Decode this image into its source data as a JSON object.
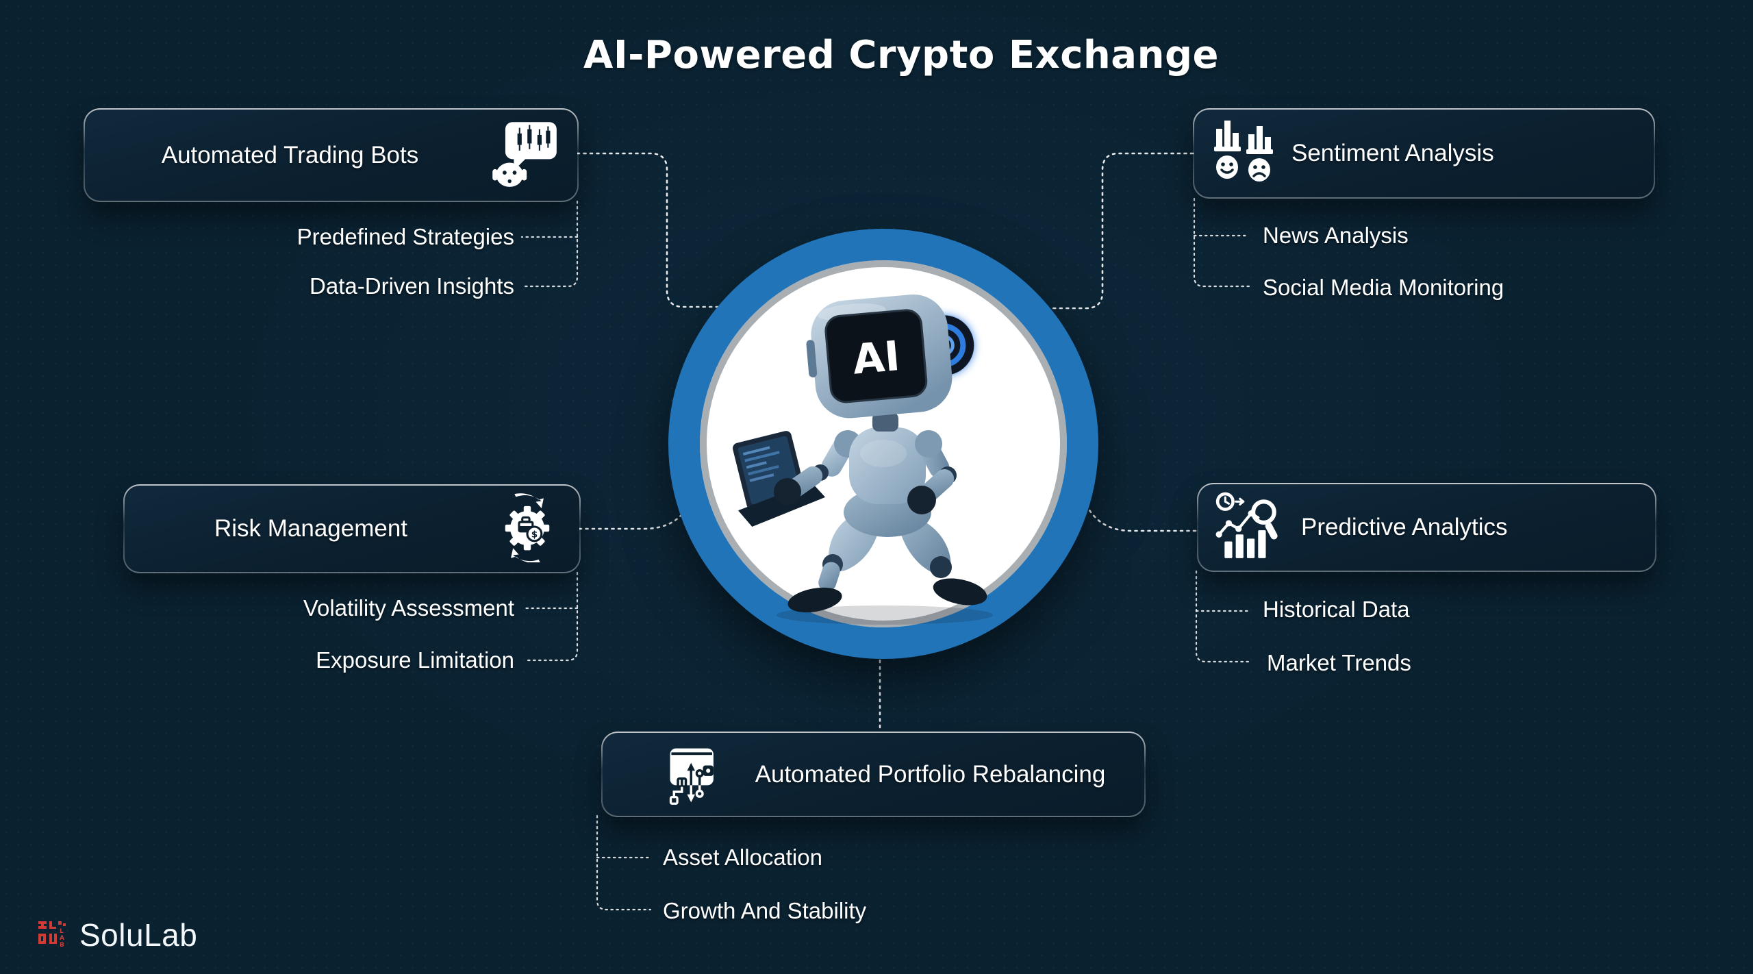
{
  "title": "AI-Powered Crypto Exchange",
  "center": {
    "label": "AI"
  },
  "nodes": [
    {
      "id": "automated-trading-bots",
      "label": "Automated Trading Bots",
      "icon": "trading-bot-chat-icon",
      "items": [
        "Predefined Strategies",
        "Data-Driven Insights"
      ]
    },
    {
      "id": "sentiment-analysis",
      "label": "Sentiment Analysis",
      "icon": "sentiment-faces-icon",
      "items": [
        "News Analysis",
        "Social Media Monitoring"
      ]
    },
    {
      "id": "risk-management",
      "label": "Risk Management",
      "icon": "risk-gear-icon",
      "items": [
        "Volatility Assessment",
        "Exposure Limitation"
      ]
    },
    {
      "id": "predictive-analytics",
      "label": "Predictive Analytics",
      "icon": "predictive-chart-icon",
      "items": [
        "Historical Data",
        "Market Trends"
      ]
    },
    {
      "id": "automated-portfolio-rebalancing",
      "label": "Automated Portfolio Rebalancing",
      "icon": "wallet-circuit-icon",
      "items": [
        "Asset Allocation",
        "Growth And Stability"
      ]
    }
  ],
  "footer": {
    "brand": "SoluLab",
    "logo_letters": [
      "L",
      "A",
      "B"
    ]
  },
  "colors": {
    "background": "#0a2130",
    "panel": "#0b1f2e",
    "ring_blue": "#2274b8",
    "connector_white": "#ffffff",
    "logo_red": "#d23a34",
    "robot_body_blue": "#8aa5bd",
    "ear_glow_blue": "#2f7ce0"
  }
}
